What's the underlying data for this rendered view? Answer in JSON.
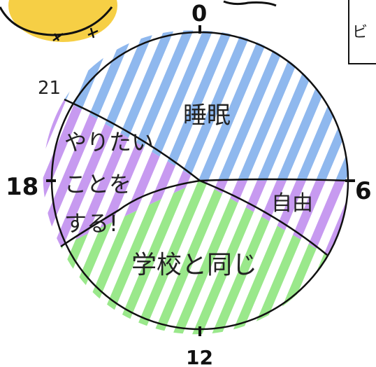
{
  "corner_box_text": "ビ",
  "clock": {
    "hours": {
      "top": "0",
      "right": "6",
      "bottom": "12",
      "left": "18",
      "upper_left": "21"
    }
  },
  "segments": [
    {
      "id": "sleep",
      "label": "睡眠",
      "color": "#8fb8ee"
    },
    {
      "id": "free",
      "label": "自由",
      "color": "#c79af0"
    },
    {
      "id": "school",
      "label": "学校と同じ",
      "color": "#9ae88b"
    },
    {
      "id": "want",
      "label": "やりたい\nことを\nする!",
      "label_lines": [
        "やりたい",
        "ことを",
        "する!"
      ],
      "color": "#c79af0"
    }
  ],
  "colors": {
    "sun": "#f6cf45",
    "outline": "#111111"
  }
}
